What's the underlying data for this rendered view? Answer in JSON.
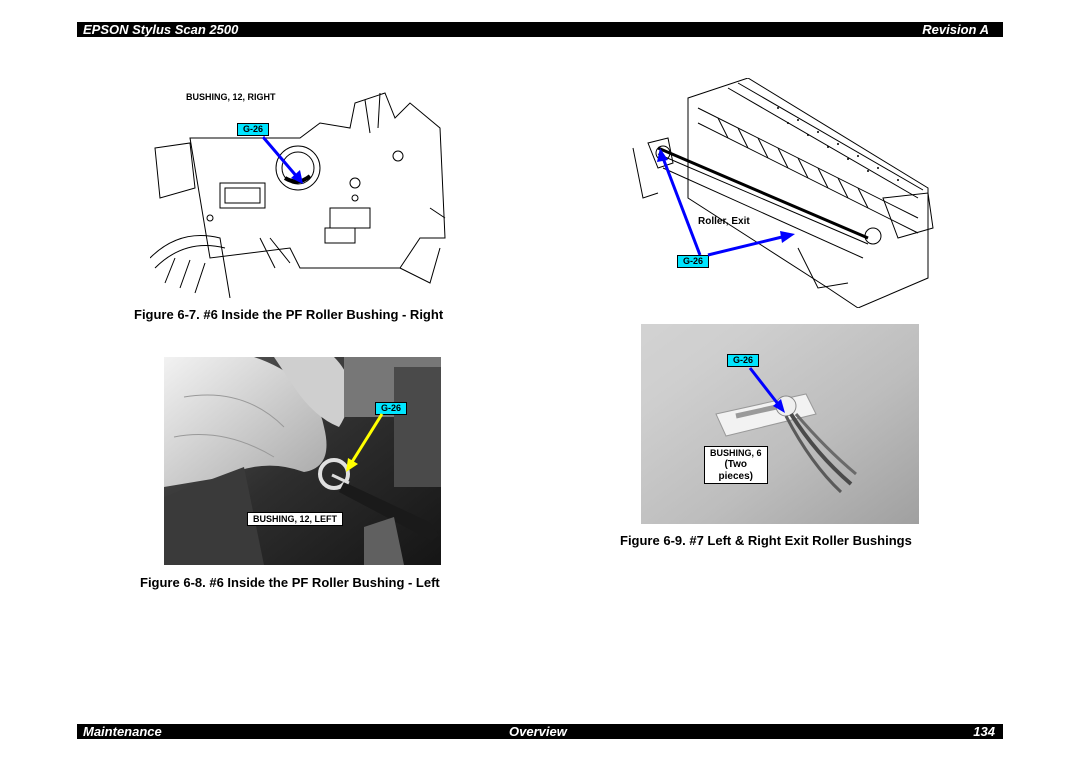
{
  "header": {
    "left": "EPSON Stylus Scan 2500",
    "right": "Revision A"
  },
  "footer": {
    "left": "Maintenance",
    "center": "Overview",
    "right": "134"
  },
  "figures": {
    "fig7": {
      "caption": "Figure 6-7.  #6 Inside the PF Roller Bushing - Right",
      "label": "BUSHING, 12, RIGHT",
      "callout": "G-26"
    },
    "fig8": {
      "caption": "Figure 6-8.  #6 Inside the PF Roller Bushing - Left",
      "label": "BUSHING, 12, LEFT",
      "callout": "G-26"
    },
    "fig9_top": {
      "label": "Roller, Exit",
      "callout": "G-26"
    },
    "fig9": {
      "caption": "Figure 6-9.  #7 Left & Right Exit Roller Bushings",
      "label_line1": "BUSHING, 6",
      "label_line2": "(Two",
      "label_line3": "pieces)",
      "callout": "G-26"
    }
  },
  "colors": {
    "callout_bg": "#00e5ff",
    "arrow_blue": "#0000ff",
    "arrow_yellow": "#ffff00"
  }
}
